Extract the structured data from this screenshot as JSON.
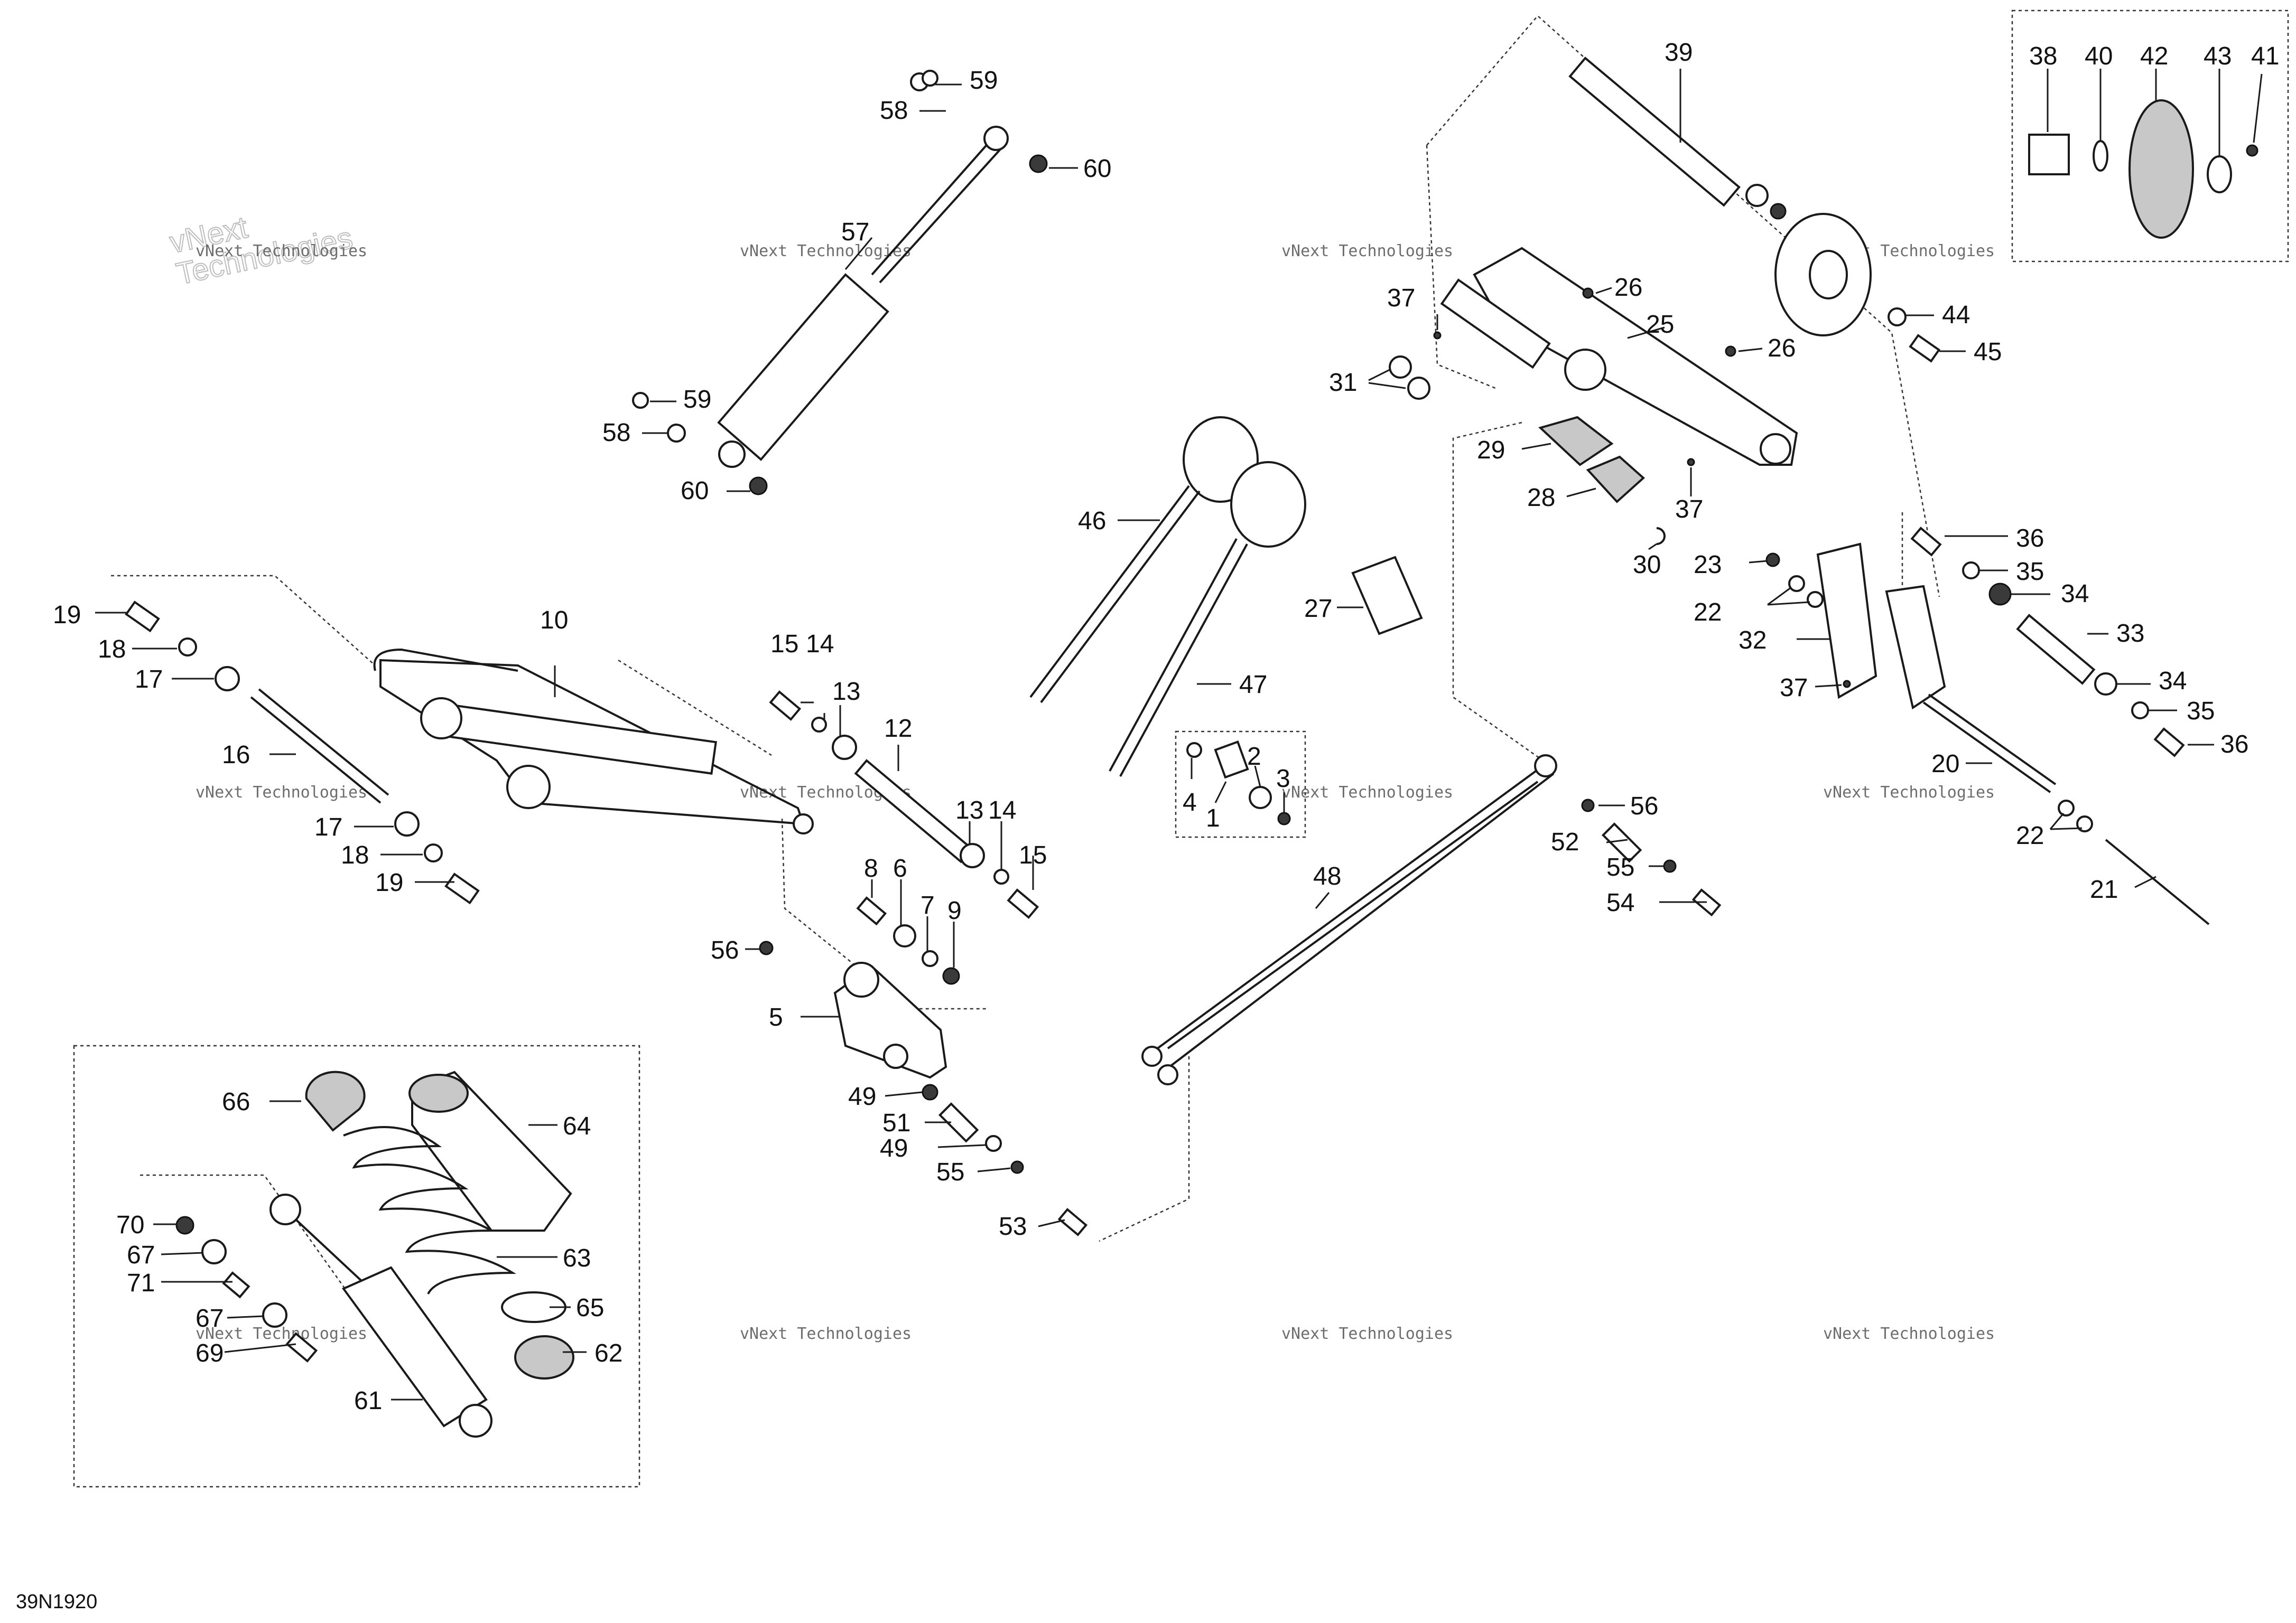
{
  "figure_ref": "39N1920",
  "watermark": {
    "line1": "vNext Technologies",
    "line2": "vNext\nTechnologies"
  },
  "callouts": {
    "c1": "1",
    "c2": "2",
    "c3": "3",
    "c4": "4",
    "c5": "5",
    "c6": "6",
    "c7": "7",
    "c8": "8",
    "c9": "9",
    "c10": "10",
    "c12": "12",
    "c13a": "13",
    "c13b": "13",
    "c14a": "14",
    "c14b": "14",
    "c15a": "15",
    "c15b": "15",
    "c16": "16",
    "c17a": "17",
    "c17b": "17",
    "c18a": "18",
    "c18b": "18",
    "c19a": "19",
    "c19b": "19",
    "c20": "20",
    "c21": "21",
    "c22a": "22",
    "c22b": "22",
    "c23": "23",
    "c25": "25",
    "c26a": "26",
    "c26b": "26",
    "c27": "27",
    "c28": "28",
    "c29": "29",
    "c30": "30",
    "c31": "31",
    "c32": "32",
    "c33": "33",
    "c34a": "34",
    "c34b": "34",
    "c35a": "35",
    "c35b": "35",
    "c36a": "36",
    "c36b": "36",
    "c37a": "37",
    "c37b": "37",
    "c37c": "37",
    "c38": "38",
    "c39": "39",
    "c40": "40",
    "c41": "41",
    "c42": "42",
    "c43": "43",
    "c44": "44",
    "c45": "45",
    "c46": "46",
    "c47": "47",
    "c48": "48",
    "c49a": "49",
    "c49b": "49",
    "c51": "51",
    "c52": "52",
    "c53": "53",
    "c54": "54",
    "c55a": "55",
    "c55b": "55",
    "c56a": "56",
    "c56b": "56",
    "c57": "57",
    "c58a": "58",
    "c58b": "58",
    "c59a": "59",
    "c59b": "59",
    "c60a": "60",
    "c60b": "60",
    "c61": "61",
    "c62": "62",
    "c63": "63",
    "c64": "64",
    "c65": "65",
    "c66": "66",
    "c67a": "67",
    "c67b": "67",
    "c69": "69",
    "c70": "70",
    "c71": "71"
  }
}
